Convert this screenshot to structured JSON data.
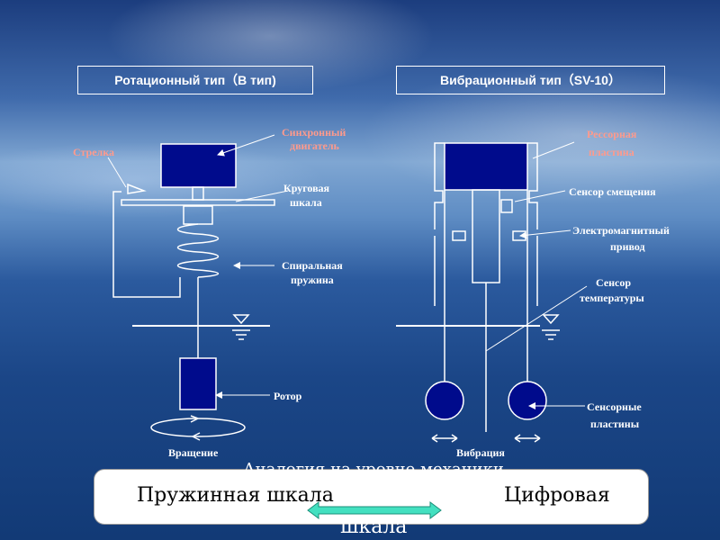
{
  "headers": {
    "rotational": "Ротационный тип（B тип)",
    "vibrational": "Вибрационный тип（SV-10）"
  },
  "labels": {
    "pointer": "Стрелка",
    "sync_motor_1": "Синхронный",
    "sync_motor_2": "двигатель",
    "dial_1": "Круговая",
    "dial_2": "шкала",
    "spring_1": "Спиральная",
    "spring_2": "пружина",
    "rotor": "Ротор",
    "rotation": "Вращение",
    "leaf_spring_1": "Рессорная",
    "leaf_spring_2": "пластина",
    "displacement_sensor": "Сенсор смещения",
    "em_drive_1": "Электромагнитный",
    "em_drive_2": "привод",
    "temp_sensor_1": "Сенсор",
    "temp_sensor_2": "температуры",
    "vibration": "Вибрация",
    "sensor_plates_1": "Сенсорные",
    "sensor_plates_2": "пластины"
  },
  "footer": {
    "analogy": "Аналогия на уровне механики",
    "left": "Пружинная шкала",
    "right": "Цифровая",
    "right_wrap": "шкала"
  },
  "colors": {
    "component_fill": "#000b8c",
    "line": "#ffffff",
    "label_accent": "#ff9a8c",
    "arrow": "#43e0c0"
  }
}
